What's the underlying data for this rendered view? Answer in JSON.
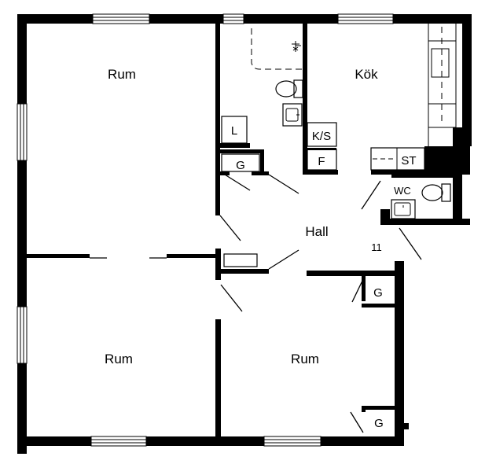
{
  "rooms": {
    "rum_top_left": "Rum",
    "kok": "Kök",
    "hall": "Hall",
    "rum_bottom_left": "Rum",
    "rum_bottom_right": "Rum"
  },
  "fixtures": {
    "linen_closet": "L",
    "wardrobe_hall": "G",
    "fridge_freezer": "K/S",
    "freezer": "F",
    "storage": "ST",
    "toilet": "WC",
    "wardrobe_room_upper": "G",
    "wardrobe_room_lower": "G"
  },
  "entrance": {
    "number": "11"
  }
}
